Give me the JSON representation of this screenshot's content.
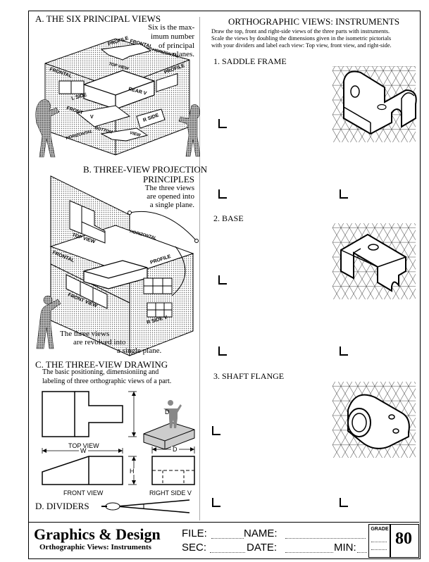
{
  "left_column": {
    "section_a": {
      "title": "A. THE SIX PRINCIPAL VIEWS",
      "caption_lines": [
        "Six is the max-",
        "imum number",
        "of principal",
        "planes."
      ],
      "plane_labels": [
        "PROFILE",
        "FRONTAL",
        "HORIZONTAL",
        "FRONTAL",
        "PROFILE",
        "TOP VIEW",
        "L SIDE",
        "REAR V",
        "FRONT",
        "V",
        "R SIDE",
        "BOTTOM",
        "HORIZONTAL",
        "VIEW"
      ]
    },
    "section_b": {
      "title_lines": [
        "B. THREE-VIEW PROJECTION",
        "PRINCIPLES"
      ],
      "caption_lines": [
        "The three views",
        "are opened into",
        "a single plane."
      ],
      "plane_labels": [
        "TOP VIEW",
        "HORIZONTAL",
        "FRONTAL",
        "PROFILE",
        "FRONT VIEW",
        "R SIDE V"
      ],
      "bottom_caption_lines": [
        "The three views",
        "are revolved into",
        "a single plane."
      ]
    },
    "section_c": {
      "title": "C. THE THREE-VIEW DRAWING",
      "caption_lines": [
        "The basic positioning, dimensioniing and",
        "labeling of three orthographic views of a part."
      ],
      "top_view_label": "TOP VIEW",
      "front_view_label": "FRONT VIEW",
      "right_side_label": "RIGHT SIDE  V",
      "dim_w": "W",
      "dim_d_top": "D",
      "dim_d_side": "D",
      "dim_h": "H"
    },
    "section_d": {
      "title": "D. DIVIDERS"
    }
  },
  "right_column": {
    "title": "ORTHOGRAPHIC VIEWS: INSTRUMENTS",
    "instructions": [
      "Draw the top, front and right-side views of the three parts with instruments.",
      "Scale the views by doubling the dimensions given in the isometric pictorials",
      "with your dividers and label each view: Top view, front view, and right-side."
    ],
    "problems": [
      {
        "label": "1. SADDLE FRAME"
      },
      {
        "label": "2. BASE"
      },
      {
        "label": "3. SHAFT FLANGE"
      }
    ]
  },
  "title_block": {
    "main_title": "Graphics & Design",
    "subtitle": "Orthographic Views: Instruments",
    "file_label": "FILE:",
    "name_label": "NAME:",
    "sec_label": "SEC:",
    "date_label": "DATE:",
    "min_label": "MIN:",
    "grade_label": "GRADE",
    "sheet_number": "80"
  }
}
